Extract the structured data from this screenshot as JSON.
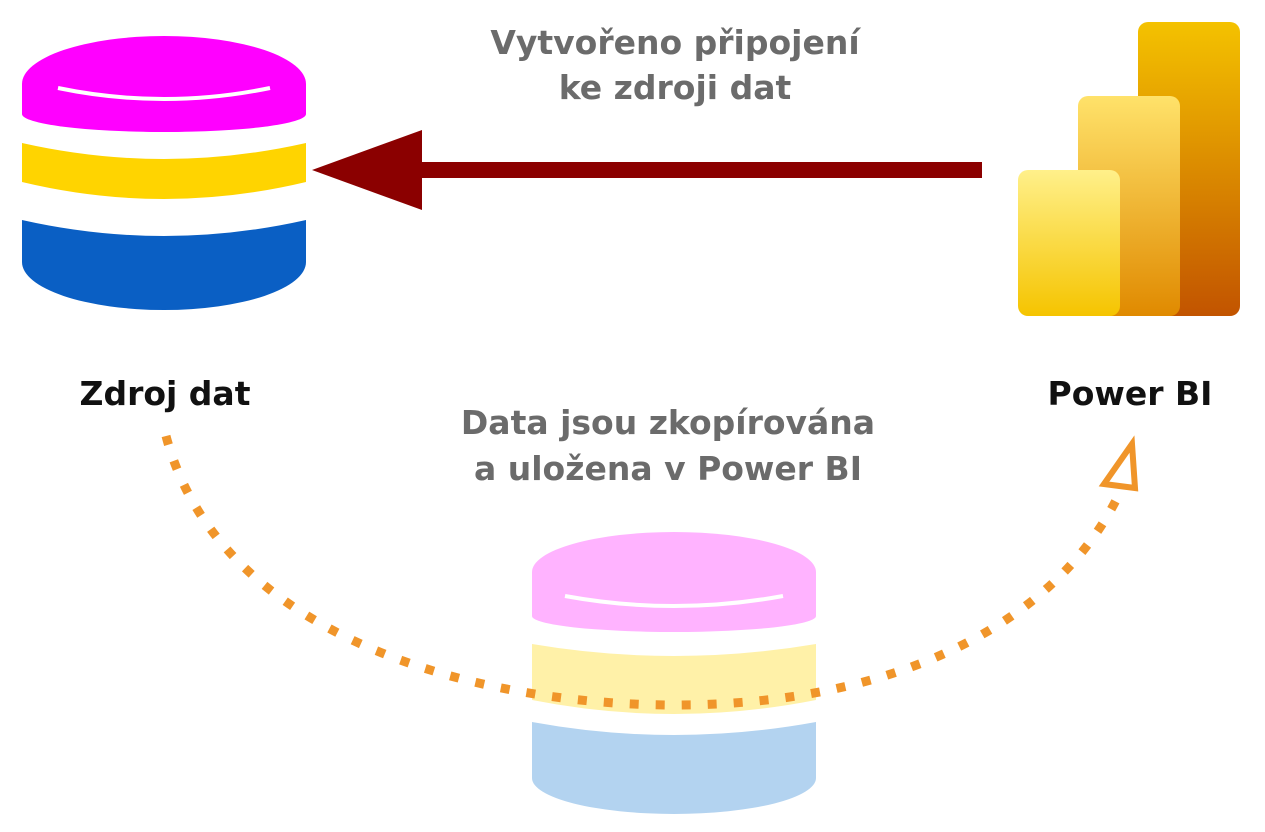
{
  "source_label": "Zdroj dat",
  "target_label": "Power BI",
  "connection_caption": {
    "line1": "Vytvořeno připojení",
    "line2": "ke zdroji dat"
  },
  "copy_caption": {
    "line1": "Data jsou zkopírována",
    "line2": "a uložena v Power BI"
  },
  "colors": {
    "db_top": "#ff00ff",
    "db_middle": "#ffd400",
    "db_bottom": "#0a5fc4",
    "copy_top": "#ffb3ff",
    "copy_middle": "#fff1a8",
    "copy_bottom": "#b3d3f0",
    "arrow": "#8b0000",
    "dotted_path": "#f0952a",
    "caption_text": "#6b6b6b",
    "label_text": "#111111"
  },
  "icons": {
    "source": "database-icon",
    "target": "power-bi-icon",
    "copy": "database-copy-icon"
  }
}
